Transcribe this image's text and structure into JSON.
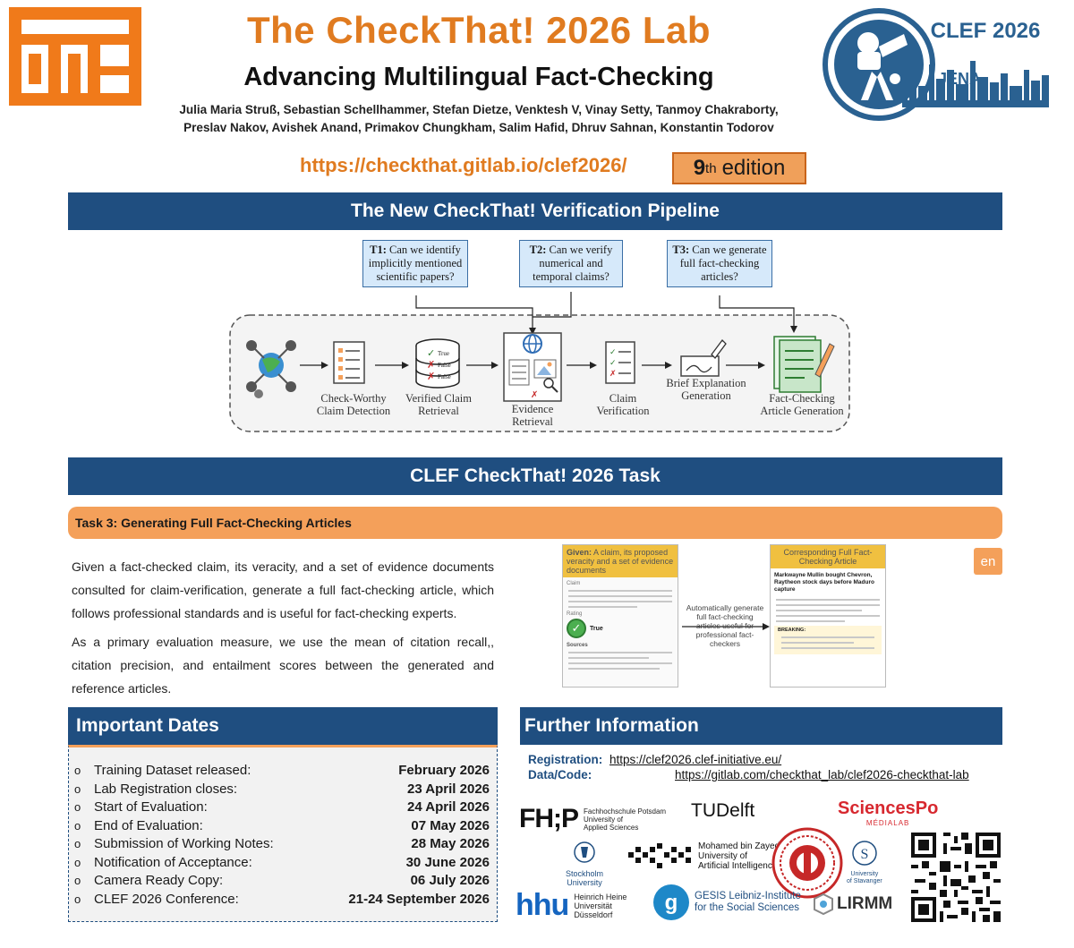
{
  "header": {
    "title": "The CheckThat! 2026 Lab",
    "subtitle": "Advancing Multilingual Fact-Checking",
    "authors_line1": "Julia Maria Struß, Sebastian Schellhammer, Stefan Dietze, Venktesh V, Vinay Setty, Tanmoy Chakraborty,",
    "authors_line2": "Preslav Nakov, Avishek Anand, Primakov Chungkham, Salim Hafid, Dhruv Sahnan, Konstantin Todorov",
    "url": "https://checkthat.gitlab.io/clef2026/",
    "edition_num": "9",
    "edition_sup": "th",
    "edition_word": "edition",
    "clef_title": "CLEF 2026",
    "clef_city": "JENA"
  },
  "pipeline": {
    "heading": "The New CheckThat! Verification Pipeline",
    "questions": [
      {
        "id": "T1:",
        "text": "Can we identify implicitly mentioned scientific papers?"
      },
      {
        "id": "T2:",
        "text": "Can we verify numerical and temporal claims?"
      },
      {
        "id": "T3:",
        "text": "Can we generate full fact-checking articles?"
      }
    ],
    "stages": [
      "Check-Worthy Claim Detection",
      "Verified Claim Retrieval",
      "Evidence Retrieval",
      "Claim Verification",
      "Brief Explanation Generation",
      "Fact-Checking Article Generation"
    ],
    "db_labels": [
      "True",
      "False",
      "False"
    ]
  },
  "task": {
    "heading": "CLEF CheckThat! 2026 Task",
    "title": "Task 3: Generating Full Fact-Checking Articles",
    "para1": "Given a fact-checked claim, its veracity, and a set of evidence documents consulted for claim-verification, generate a full fact-checking article, which follows professional standards and is useful for fact-checking experts.",
    "para2": "As a primary evaluation measure, we use the mean of citation recall,, citation precision, and entailment scores between the generated and reference articles.",
    "language": "en",
    "figure": {
      "given_label": "Given:",
      "given_text": "A claim, its proposed veracity and a set of evidence documents",
      "claim_head": "Claim",
      "rating_head": "Rating",
      "rating_value": "True",
      "sources_head": "Sources",
      "middle_text": "Automatically generate full fact-checking articles useful for professional fact-checkers",
      "output_title": "Corresponding Full Fact-Checking Article",
      "article_headline": "Markwayne Mullin bought Chevron, Raytheon stock days before Maduro capture",
      "breaking_label": "BREAKING:"
    }
  },
  "dates": {
    "heading": "Important Dates",
    "items": [
      {
        "label": "Training Dataset released:",
        "value": "February 2026"
      },
      {
        "label": "Lab Registration closes:",
        "value": "23 April 2026"
      },
      {
        "label": "Start of Evaluation:",
        "value": "24 April 2026"
      },
      {
        "label": "End of Evaluation:",
        "value": "07 May 2026"
      },
      {
        "label": "Submission of Working Notes:",
        "value": "28 May 2026"
      },
      {
        "label": "Notification of Acceptance:",
        "value": "30 June 2026"
      },
      {
        "label": "Camera Ready Copy:",
        "value": "06 July 2026"
      },
      {
        "label": "CLEF 2026 Conference:",
        "value": "21-24 September 2026"
      }
    ]
  },
  "info": {
    "heading": "Further Information",
    "registration_label": "Registration:",
    "registration_url": "https://clef2026.clef-initiative.eu/",
    "data_label": "Data/Code:",
    "data_url": "https://gitlab.com/checkthat_lab/clef2026-checkthat-lab"
  },
  "partners": {
    "fhp_abbr": "FH;P",
    "fhp_name1": "Fachhochschule Potsdam",
    "fhp_name2": "University of",
    "fhp_name3": "Applied Sciences",
    "tudelft": "TUDelft",
    "sciencespo": "SciencesPo",
    "sciencespo_sub": "MÉDIALAB",
    "stockholm1": "Stockholm",
    "stockholm2": "University",
    "mbzuai1": "Mohamed bin Zayed",
    "mbzuai2": "University of",
    "mbzuai3": "Artificial Intelligence",
    "stavanger1": "University",
    "stavanger2": "of Stavanger",
    "hhu": "hhu",
    "hhu_name1": "Heinrich Heine",
    "hhu_name2": "Universität",
    "hhu_name3": "Düsseldorf",
    "gesis1": "GESIS Leibniz-Institute",
    "gesis2": "for the Social Sciences",
    "lirmm": "LIRMM"
  }
}
